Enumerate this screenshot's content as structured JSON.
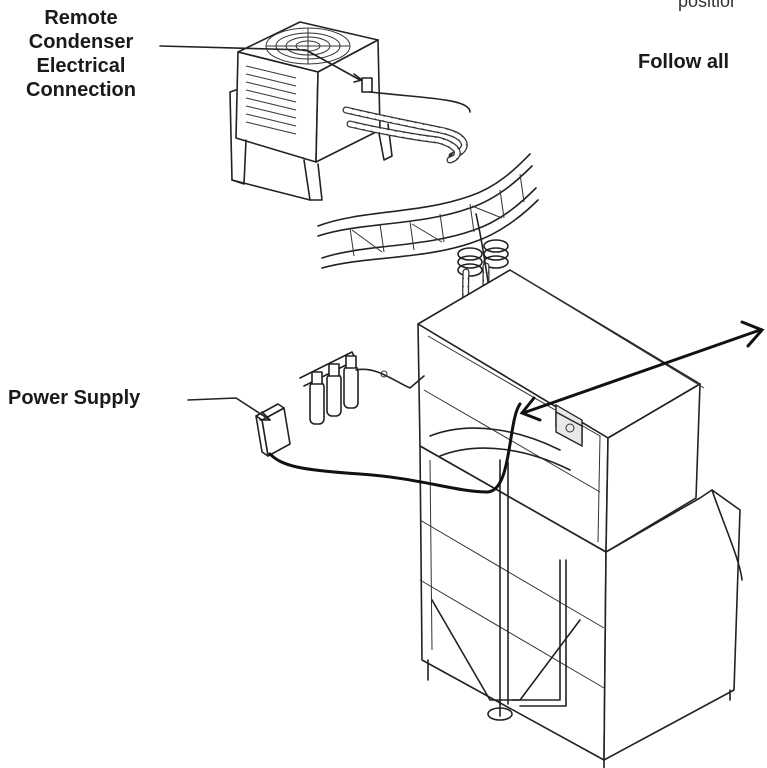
{
  "labels": {
    "remote_condenser": [
      "Remote",
      "Condenser",
      "Electrical",
      "Connection"
    ],
    "power_supply": "Power Supply",
    "follow_all": "Follow all",
    "position_fragment": "positior"
  },
  "colors": {
    "line": "#222222",
    "background": "#ffffff"
  }
}
